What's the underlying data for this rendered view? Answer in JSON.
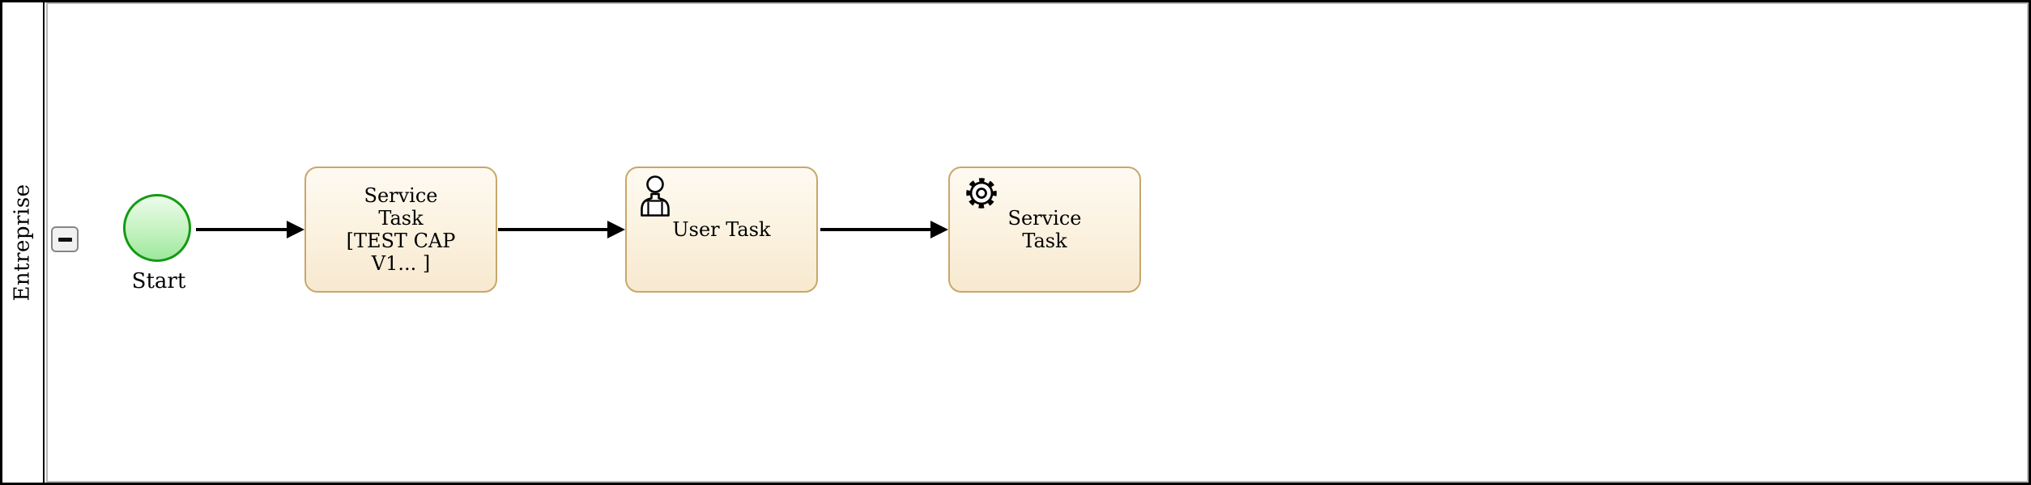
{
  "lane": {
    "label": "Entreprise",
    "collapse_icon": "minus-icon"
  },
  "nodes": {
    "start": {
      "type": "start-event",
      "label": "Start"
    },
    "task1": {
      "type": "service-task",
      "lines": [
        "Service",
        "Task",
        "[TEST CAP",
        "V1... ]"
      ]
    },
    "task2": {
      "type": "user-task",
      "label": "User Task",
      "icon": "user-icon"
    },
    "task3": {
      "type": "service-task",
      "icon": "gear-icon",
      "lines": [
        "Service",
        "Task"
      ]
    }
  },
  "edges": [
    {
      "from": "start",
      "to": "task1"
    },
    {
      "from": "task1",
      "to": "task2"
    },
    {
      "from": "task2",
      "to": "task3"
    }
  ],
  "colors": {
    "start_fill_top": "#ecfcea",
    "start_fill_bottom": "#9de89d",
    "start_border": "#149a14",
    "task_fill_top": "#fefaf2",
    "task_fill_bottom": "#f8e9d0",
    "task_border": "#c9a66a",
    "pool_border": "#000000",
    "lane_inner_border": "#b7b7b7"
  }
}
